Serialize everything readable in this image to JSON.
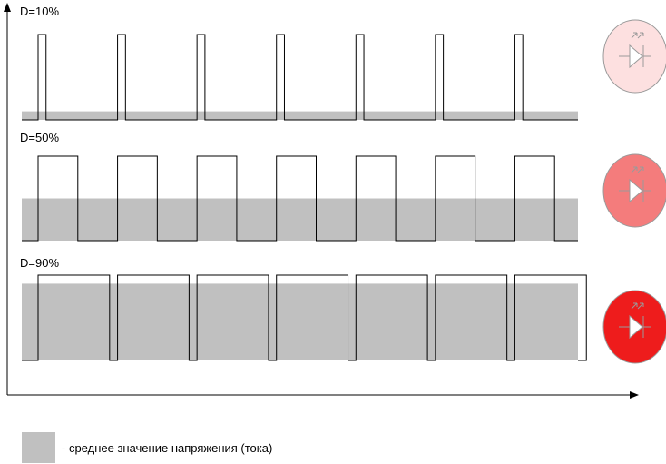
{
  "rows": [
    {
      "label": "D=10%",
      "duty": 0.1,
      "led_fill": "#fde0e0"
    },
    {
      "label": "D=50%",
      "duty": 0.5,
      "led_fill": "#f47c7c"
    },
    {
      "label": "D=90%",
      "duty": 0.9,
      "led_fill": "#ee1c1c"
    }
  ],
  "pulses_per_row": 7,
  "legend": {
    "text": "- среднее значение напряжения (тока)",
    "color": "#c0c0c0"
  },
  "colors": {
    "average_band": "#c0c0c0",
    "line": "#000000",
    "led_stroke": "#9a9a9a"
  }
}
